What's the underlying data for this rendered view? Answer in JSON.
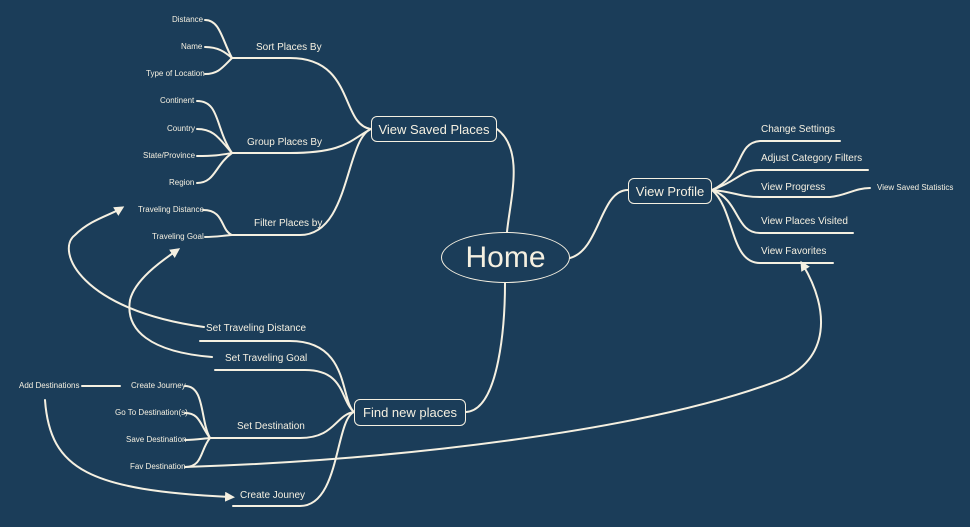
{
  "central": "Home",
  "nodes": {
    "view_saved_places": "View Saved Places",
    "view_profile": "View Profile",
    "find_new_places": "Find new places"
  },
  "saved_places": {
    "sort_by": {
      "label": "Sort Places By",
      "items": [
        "Distance",
        "Name",
        "Type of Location"
      ]
    },
    "group_by": {
      "label": "Group Places By",
      "items": [
        "Continent",
        "Country",
        "State/Province",
        "Region"
      ]
    },
    "filter_by": {
      "label": "Filter Places by",
      "items": [
        "Traveling Distance",
        "Traveling Goal"
      ]
    }
  },
  "profile": {
    "items": [
      "Change Settings",
      "Adjust Category Filters",
      "View Progress",
      "View Places Visited",
      "View Favorites"
    ],
    "progress_sub": "View Saved Statistics"
  },
  "find_new": {
    "set_traveling_distance": "Set Traveling Distance",
    "set_traveling_goal": "Set Traveling Goal",
    "set_destination": {
      "label": "Set Destination",
      "items": [
        "Create Journey",
        "Go To Destination(s)",
        "Save Destination",
        "Fav Destination"
      ]
    },
    "add_destinations": "Add Destinations",
    "create_journey": "Create Jouney"
  },
  "colors": {
    "background": "#1b3d59",
    "line": "#f5f0e1"
  }
}
